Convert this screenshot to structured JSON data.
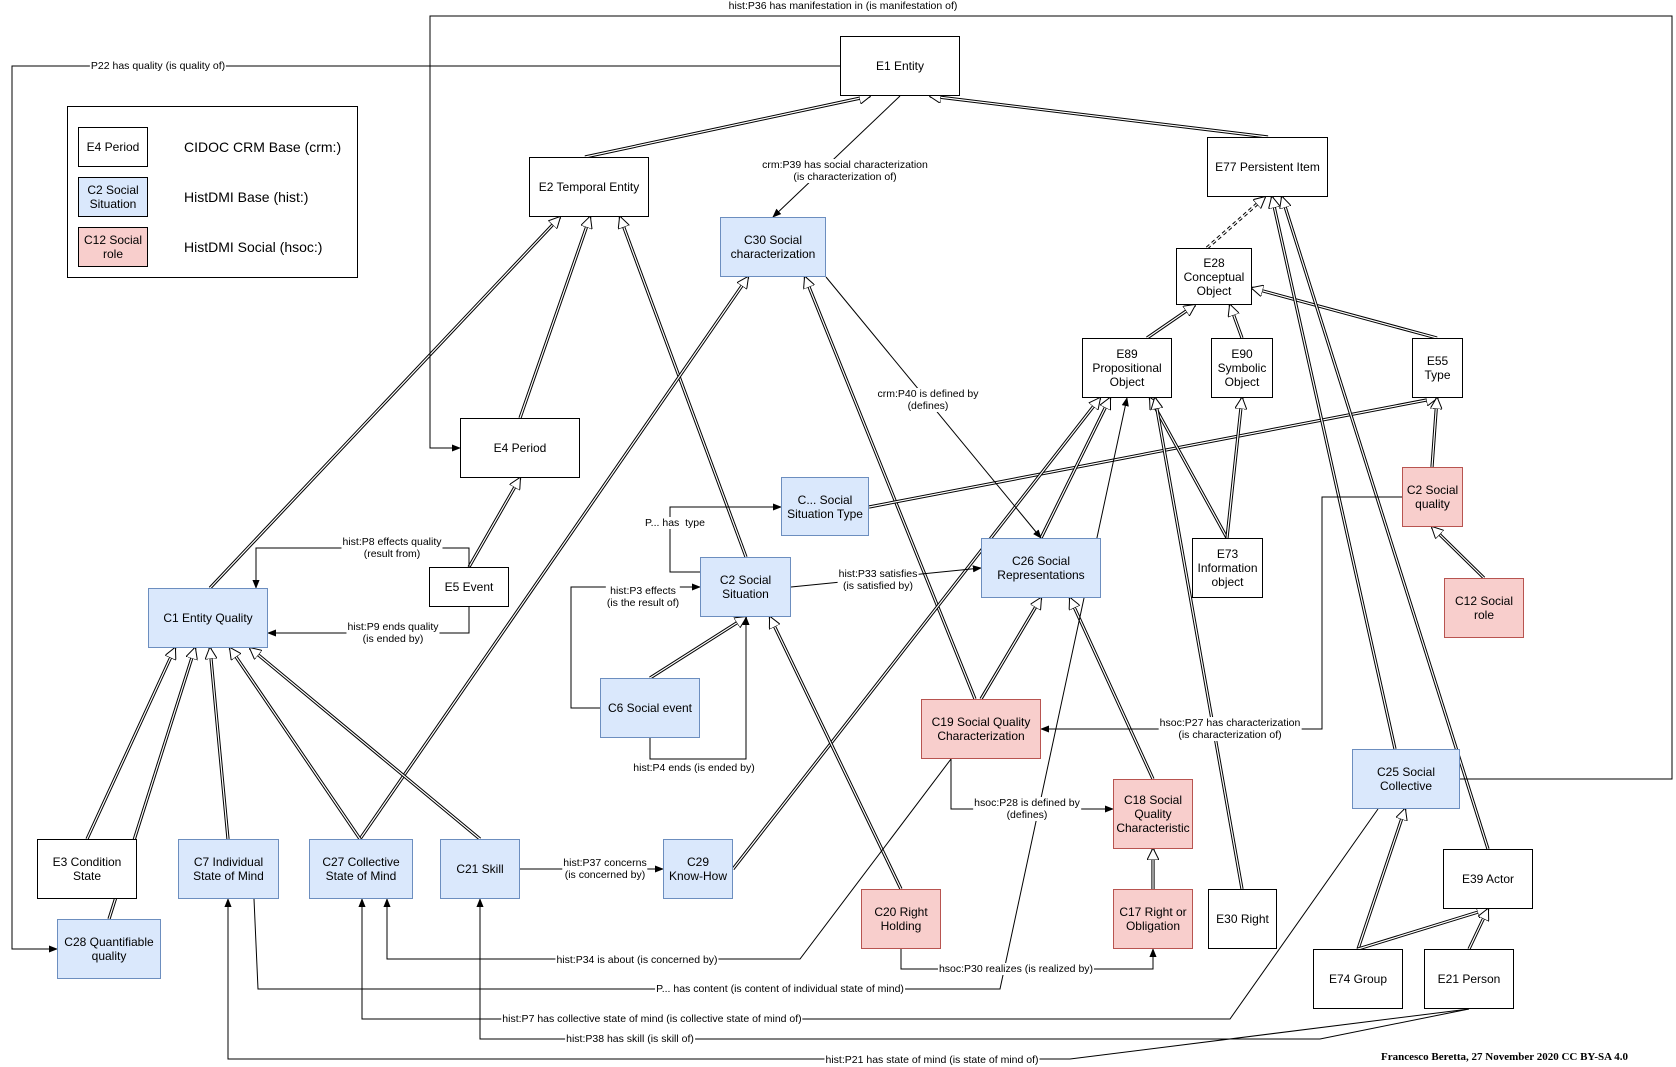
{
  "legend": {
    "items": [
      {
        "swatch": "E4 Period",
        "text": "CIDOC CRM Base (crm:)",
        "kind": "crm"
      },
      {
        "swatch": "C2 Social\nSituation",
        "text": "HistDMI Base (hist:)",
        "kind": "hist"
      },
      {
        "swatch": "C12 Social\nrole",
        "text": "HistDMI Social (hsoc:)",
        "kind": "hsoc"
      }
    ]
  },
  "colors": {
    "crm_fill": "#ffffff",
    "hist_fill": "#dae8fc",
    "hist_stroke": "#6c8ebf",
    "hsoc_fill": "#f8cecc",
    "hsoc_stroke": "#b85450"
  },
  "nodes": [
    {
      "id": "E1",
      "label": "E1 Entity",
      "kind": "crm"
    },
    {
      "id": "E2",
      "label": "E2 Temporal Entity",
      "kind": "crm"
    },
    {
      "id": "E77",
      "label": "E77 Persistent Item",
      "kind": "crm"
    },
    {
      "id": "C30",
      "label": "C30 Social\ncharacterization",
      "kind": "hist"
    },
    {
      "id": "E28",
      "label": "E28\nConceptual\nObject",
      "kind": "crm"
    },
    {
      "id": "E89",
      "label": "E89\nPropositional\nObject",
      "kind": "crm"
    },
    {
      "id": "E90",
      "label": "E90\nSymbolic\nObject",
      "kind": "crm"
    },
    {
      "id": "E55",
      "label": "E55\nType",
      "kind": "crm"
    },
    {
      "id": "E4",
      "label": "E4 Period",
      "kind": "crm"
    },
    {
      "id": "CST",
      "label": "C... Social\nSituation Type",
      "kind": "hist"
    },
    {
      "id": "C2Q",
      "label": "C2 Social\nquality",
      "kind": "hsoc"
    },
    {
      "id": "E5",
      "label": "E5 Event",
      "kind": "crm"
    },
    {
      "id": "C2",
      "label": "C2 Social\nSituation",
      "kind": "hist"
    },
    {
      "id": "C26",
      "label": "C26 Social\nRepresentations",
      "kind": "hist"
    },
    {
      "id": "E73",
      "label": "E73\nInformation\nobject",
      "kind": "crm"
    },
    {
      "id": "C12",
      "label": "C12 Social\nrole",
      "kind": "hsoc"
    },
    {
      "id": "C1",
      "label": "C1 Entity Quality",
      "kind": "hist"
    },
    {
      "id": "C6",
      "label": "C6 Social event",
      "kind": "hist"
    },
    {
      "id": "C19",
      "label": "C19 Social Quality\nCharacterization",
      "kind": "hsoc"
    },
    {
      "id": "C25",
      "label": "C25 Social\nCollective",
      "kind": "hist"
    },
    {
      "id": "C18",
      "label": "C18 Social\nQuality\nCharacteristic",
      "kind": "hsoc"
    },
    {
      "id": "E3",
      "label": "E3 Condition\nState",
      "kind": "crm"
    },
    {
      "id": "C7",
      "label": "C7 Individual\nState of Mind",
      "kind": "hist"
    },
    {
      "id": "C27",
      "label": "C27 Collective\nState of Mind",
      "kind": "hist"
    },
    {
      "id": "C21",
      "label": "C21 Skill",
      "kind": "hist"
    },
    {
      "id": "C29",
      "label": "C29\nKnow-How",
      "kind": "hist"
    },
    {
      "id": "E39",
      "label": "E39 Actor",
      "kind": "crm"
    },
    {
      "id": "C20",
      "label": "C20 Right\nHolding",
      "kind": "hsoc"
    },
    {
      "id": "C17",
      "label": "C17 Right or\nObligation",
      "kind": "hsoc"
    },
    {
      "id": "E30",
      "label": "E30 Right",
      "kind": "crm"
    },
    {
      "id": "C28",
      "label": "C28 Quantifiable\nquality",
      "kind": "hist"
    },
    {
      "id": "E74",
      "label": "E74 Group",
      "kind": "crm"
    },
    {
      "id": "E21",
      "label": "E21 Person",
      "kind": "crm"
    }
  ],
  "relations": [
    {
      "id": "p36",
      "label": "hist:P36 has manifestation in (is manifestation of)"
    },
    {
      "id": "p22",
      "label": "P22 has quality (is quality of)"
    },
    {
      "id": "p39",
      "label": "crm:P39 has social characterization\n(is characterization of)"
    },
    {
      "id": "p40",
      "label": "crm:P40 is defined by\n(defines)"
    },
    {
      "id": "phas",
      "label": "P... has  type"
    },
    {
      "id": "p8",
      "label": "hist:P8 effects quality\n(result from)"
    },
    {
      "id": "p3",
      "label": "hist:P3 effects\n(is the result of)"
    },
    {
      "id": "p33",
      "label": "hist:P33 satisfies\n(is satisfied by)"
    },
    {
      "id": "p9",
      "label": "hist:P9 ends quality\n(is ended by)"
    },
    {
      "id": "p27",
      "label": "hsoc:P27 has characterization\n(is characterization of)"
    },
    {
      "id": "p4",
      "label": "hist:P4 ends (is ended by)"
    },
    {
      "id": "p28",
      "label": "hsoc:P28 is defined by\n(defines)"
    },
    {
      "id": "p37",
      "label": "hist:P37 concerns\n(is concerned by)"
    },
    {
      "id": "p34",
      "label": "hist:P34 is about (is concerned by)"
    },
    {
      "id": "p30",
      "label": "hsoc:P30 realizes (is realized by)"
    },
    {
      "id": "pcontent",
      "label": "P... has content (is content of individual state of mind)"
    },
    {
      "id": "p7",
      "label": "hist:P7 has collective state of mind (is collective state of mind of)"
    },
    {
      "id": "p38",
      "label": "hist:P38 has skill (is skill of)"
    },
    {
      "id": "p21",
      "label": "hist:P21 has state of mind (is state of mind of)"
    }
  ],
  "credit": "Francesco Beretta, 27 November 2020 CC BY-SA 4.0"
}
